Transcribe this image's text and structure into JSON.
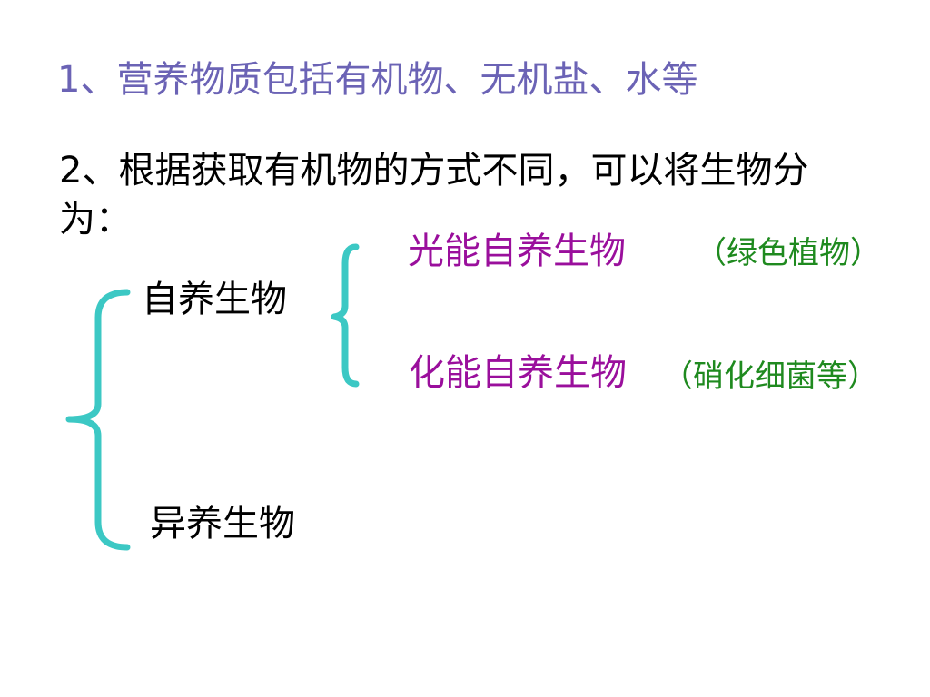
{
  "slide": {
    "line1": "1、营养物质包括有机物、无机盐、水等",
    "line2": "2、根据获取有机物的方式不同，可以将生物分",
    "line2_cont": "为：",
    "autotroph": "自养生物",
    "heterotroph": "异养生物",
    "photoautotroph": "光能自养生物",
    "photoautotroph_example": "（绿色植物）",
    "chemoautotroph": "化能自养生物",
    "chemoautotroph_example": "（硝化细菌等）"
  },
  "colors": {
    "line1": "#6b63b5",
    "body_text": "#000000",
    "subtype": "#9a0f9c",
    "example": "#1f8a1f",
    "brace": "#3cc8c4"
  }
}
